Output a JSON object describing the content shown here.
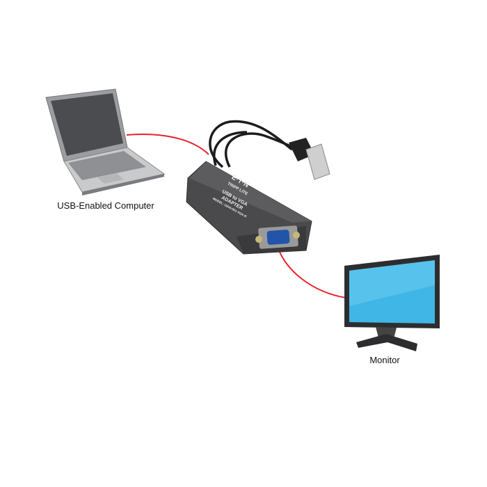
{
  "labels": {
    "computer": "USB-Enabled Computer",
    "monitor": "Monitor"
  },
  "adapter": {
    "brand": "E·T·N",
    "sub_brand": "TRIPP LITE",
    "title_line1": "USB to VGA",
    "title_line2": "ADAPTER",
    "model": "MODEL: U244-001-VGA-R"
  },
  "colors": {
    "connection_line": "#e8202a",
    "adapter_body": "#4a4a4c",
    "screen": "#3fb6e6"
  }
}
